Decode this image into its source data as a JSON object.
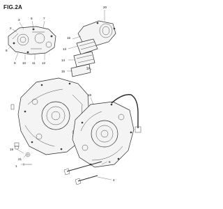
{
  "figure": {
    "title": "FIG.2A"
  },
  "callouts": [
    "20",
    "2",
    "3",
    "6",
    "7",
    "8",
    "9",
    "10",
    "11",
    "12",
    "13",
    "14",
    "15",
    "16",
    "17",
    "18",
    "19",
    "21",
    "1",
    "5",
    "4"
  ]
}
